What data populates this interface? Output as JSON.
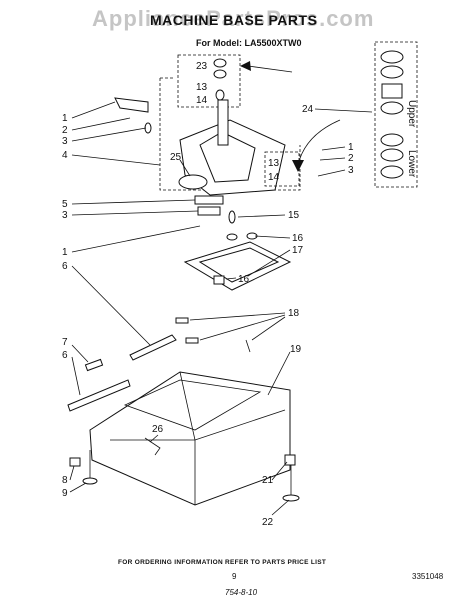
{
  "header": {
    "watermark": "AppliancePartsPros.com",
    "title": "MACHINE BASE PARTS",
    "model": "For Model: LA5500XTW0"
  },
  "side_box": {
    "upper_label": "Upper",
    "lower_label": "Lower"
  },
  "callouts": [
    "23",
    "13",
    "14",
    "1",
    "2",
    "3",
    "4",
    "25",
    "24",
    "13",
    "14",
    "1",
    "2",
    "3",
    "5",
    "3",
    "15",
    "16",
    "17",
    "1",
    "6",
    "16",
    "18",
    "7",
    "6",
    "19",
    "26",
    "8",
    "9",
    "21",
    "22"
  ],
  "footer": {
    "ordering_info": "FOR ORDERING INFORMATION REFER TO PARTS PRICE LIST",
    "page_number": "9",
    "doc_number": "3351048",
    "handwritten": "754-8-10"
  }
}
